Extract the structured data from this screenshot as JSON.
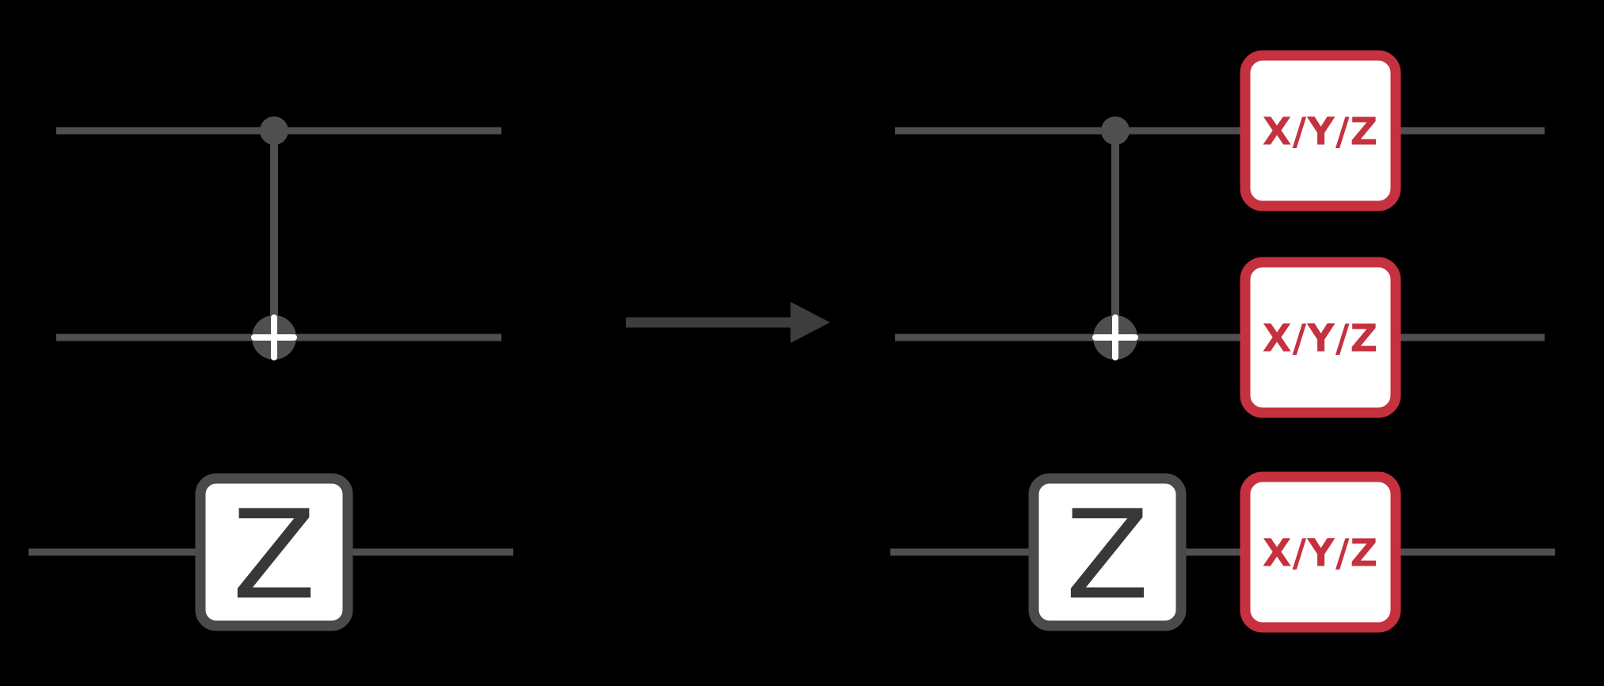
{
  "colors": {
    "background": "#000000",
    "wire": "#4f4f4f",
    "gate-border": "#4a4a4a",
    "gate-fill": "#ffffff",
    "gate-text": "#383838",
    "noise": "#c5313e",
    "arrow": "#3d3d3d",
    "target-cross": "#ffffff"
  },
  "left_circuit": {
    "z_gate": {
      "label": "Z"
    }
  },
  "right_circuit": {
    "z_gate": {
      "label": "Z"
    },
    "noise_gates": [
      {
        "label": "X/Y/Z"
      },
      {
        "label": "X/Y/Z"
      },
      {
        "label": "X/Y/Z"
      }
    ]
  }
}
